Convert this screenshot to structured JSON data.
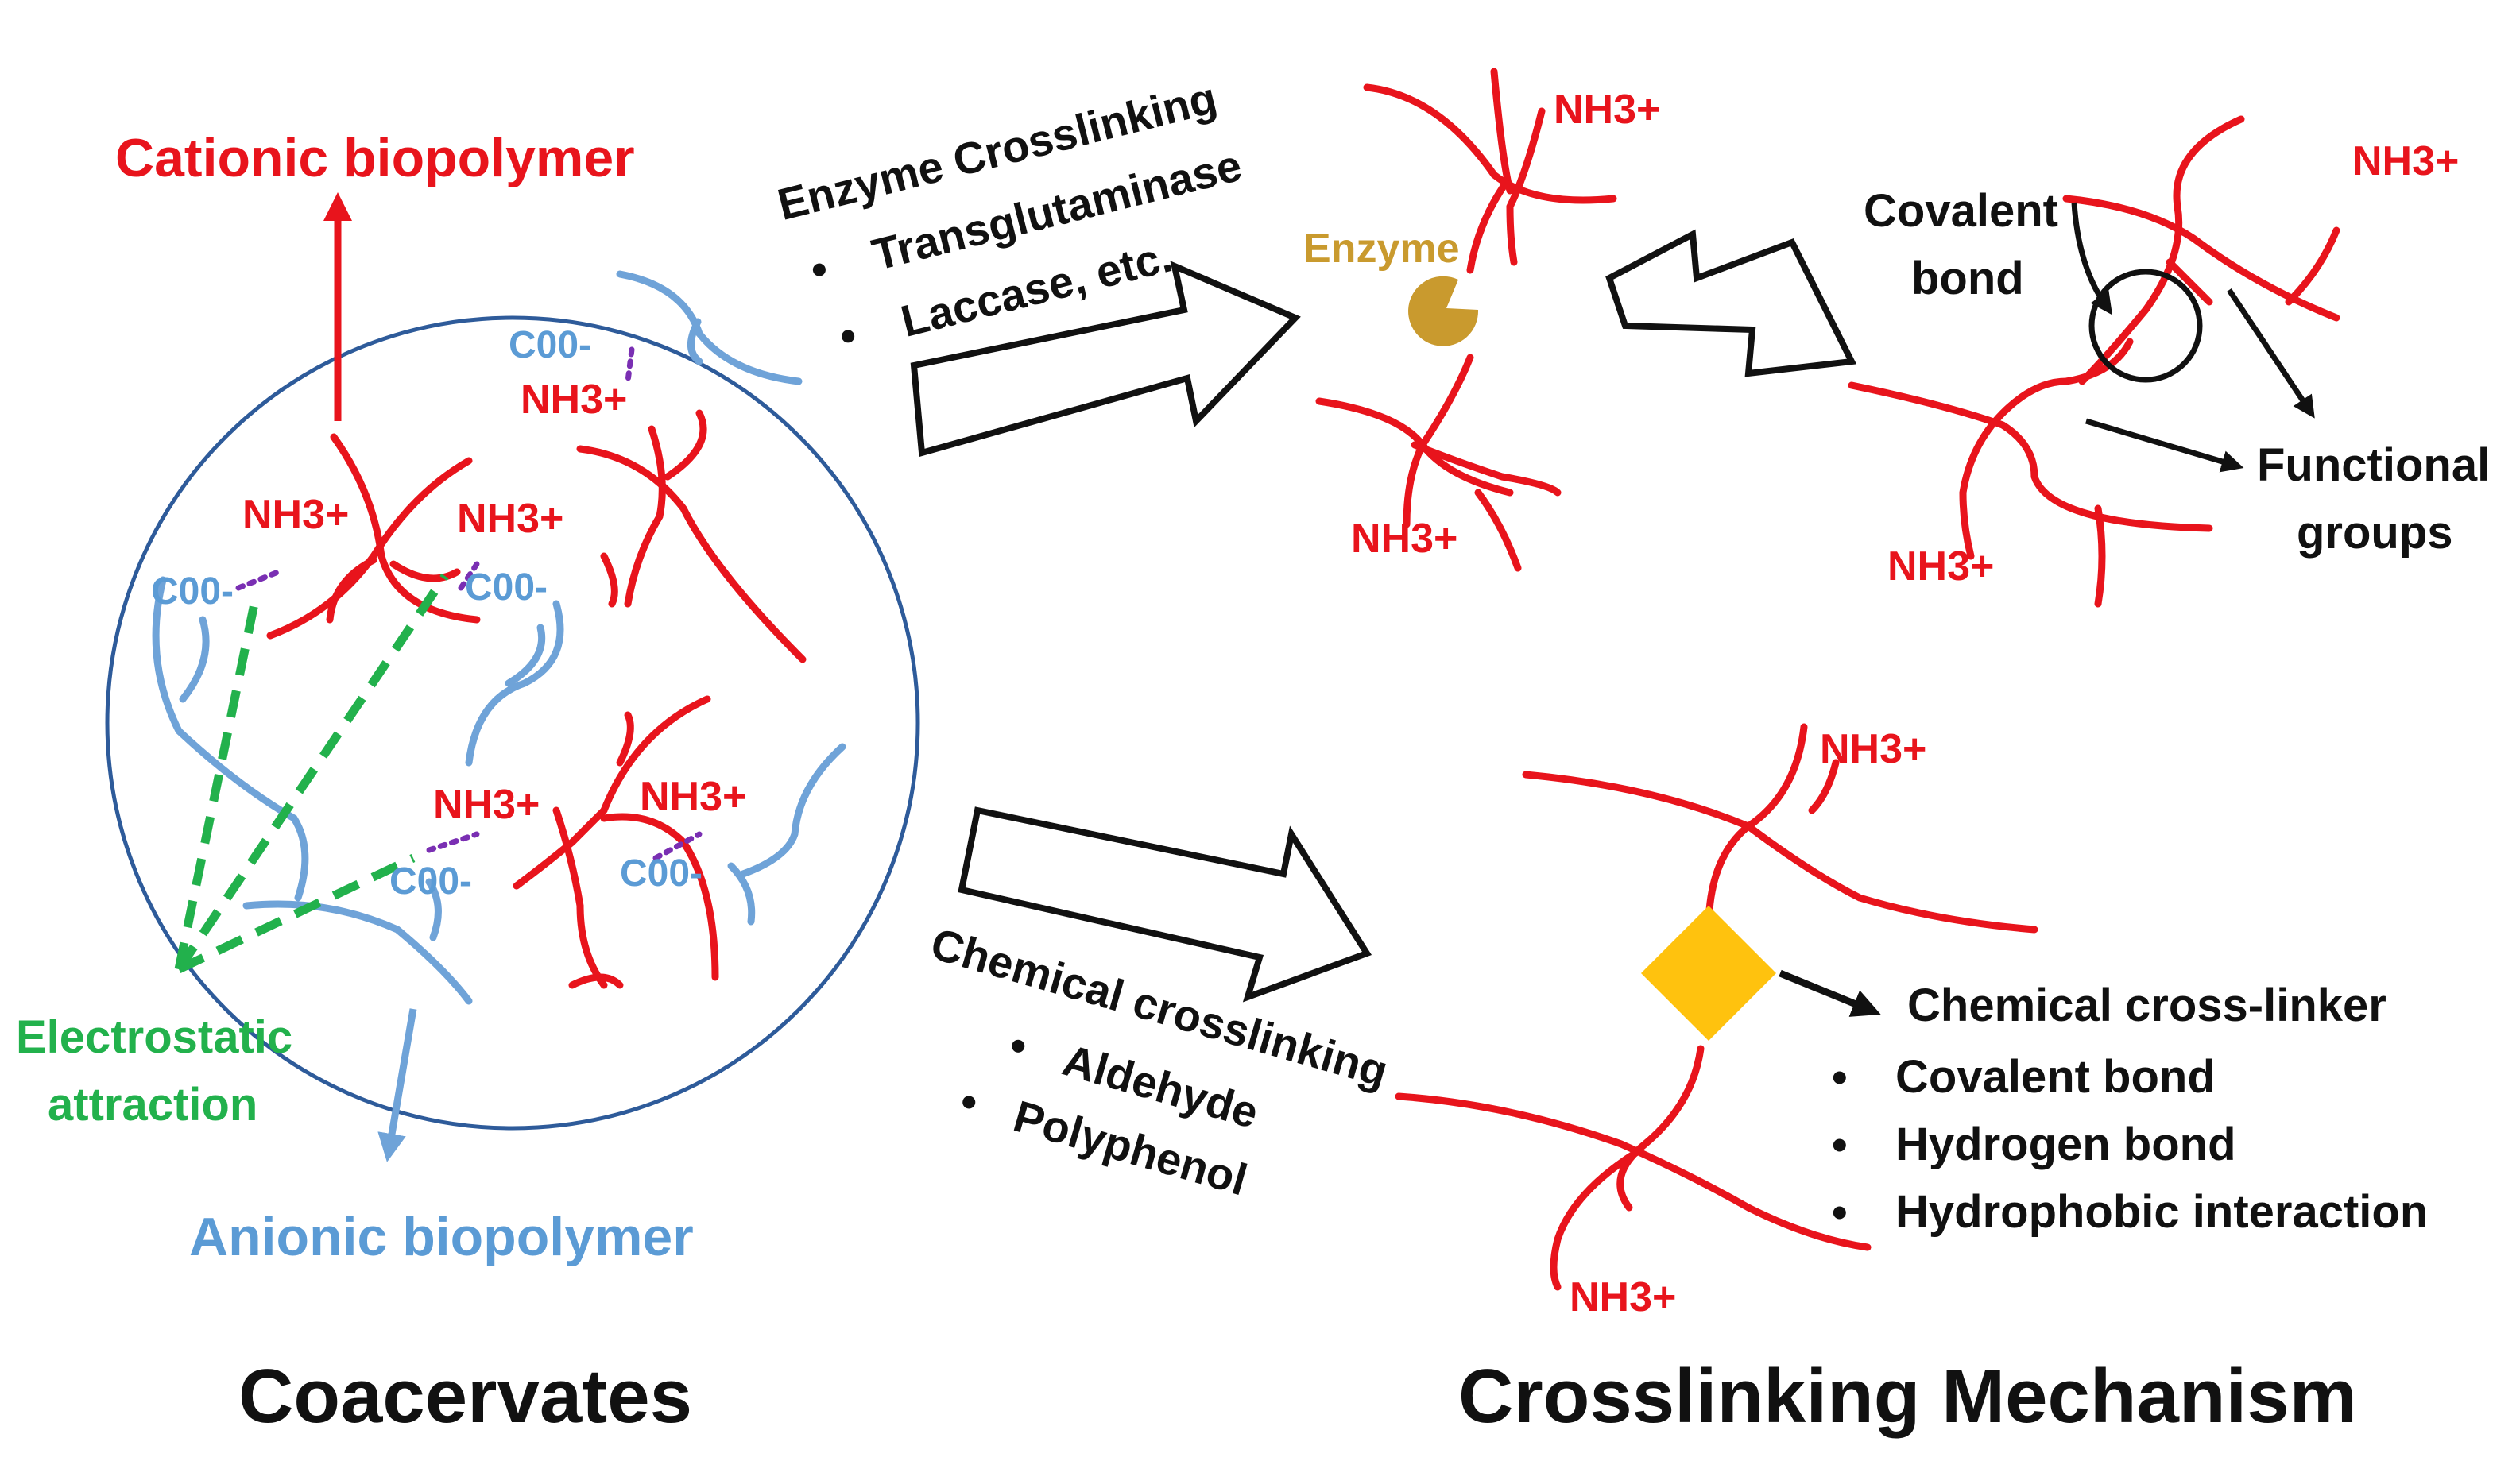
{
  "colors": {
    "cationic": "#e8141c",
    "anionic": "#5b9bd5",
    "electrostatic": "#22b14c",
    "enzyme": "#c99a2e",
    "crosslinker": "#ffc20e",
    "circle": "#2e5b9a"
  },
  "coacervates": {
    "title": "Coacervates",
    "cationic_label": "Cationic biopolymer",
    "anionic_label": "Anionic biopolymer",
    "electrostatic_label_line1": "Electrostatic",
    "electrostatic_label_line2": "attraction",
    "charge_labels": {
      "nh3_a": "NH3+",
      "nh3_b": "NH3+",
      "nh3_c": "NH3+",
      "nh3_d": "NH3+",
      "nh3_e": "NH3+",
      "coo_a": "C00-",
      "coo_b": "C00-",
      "coo_c": "C00-",
      "coo_d": "C00-",
      "coo_e": "C00-"
    }
  },
  "enzyme_route": {
    "heading": "Enzyme Crosslinking",
    "bullet_1": "Transglutaminase",
    "bullet_2": "Laccase, etc.",
    "enzyme_label": "Enzyme",
    "nh3_top": "NH3+",
    "nh3_bottom": "NH3+"
  },
  "enzyme_result": {
    "covalent_line1": "Covalent",
    "covalent_line2": "bond",
    "functional_line1": "Functional",
    "functional_line2": "groups",
    "nh3_top": "NH3+",
    "nh3_bottom": "NH3+"
  },
  "chemical_route": {
    "heading": "Chemical crosslinking",
    "bullet_1": "Aldehyde",
    "bullet_2": "Polyphenol"
  },
  "chemical_result": {
    "crosslinker_label": "Chemical cross-linker",
    "bullet_1": "Covalent bond",
    "bullet_2": "Hydrogen bond",
    "bullet_3": "Hydrophobic interaction",
    "nh3_top": "NH3+",
    "nh3_bottom": "NH3+"
  },
  "mechanism_title": "Crosslinking Mechanism"
}
